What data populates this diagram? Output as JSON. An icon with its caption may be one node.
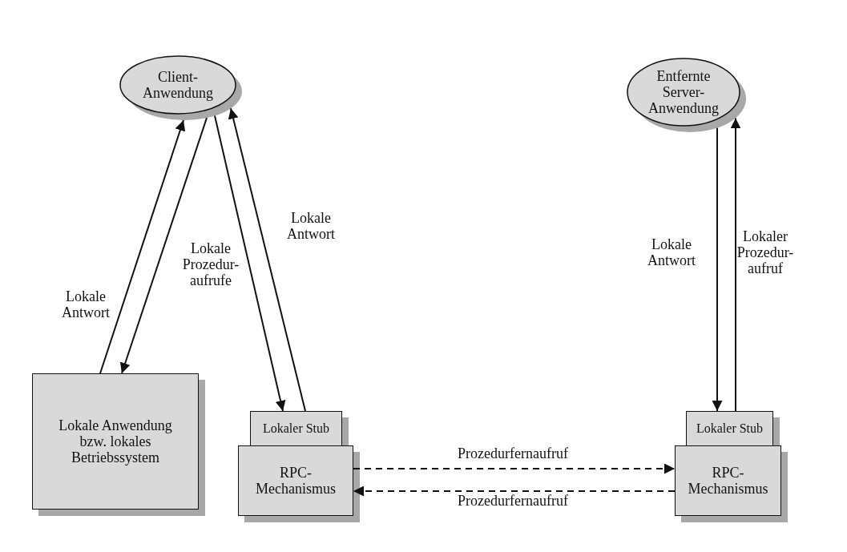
{
  "diagram": {
    "nodes": [
      {
        "text": [
          "Client-Anwendung"
        ]
      },
      {
        "text": [
          "Entfernte Server-Anwendung"
        ]
      },
      {
        "text": [
          "Lokale Anwendung bzw. lokales Betriebssystem"
        ]
      },
      {
        "text": [
          "Lokaler Stub"
        ]
      },
      {
        "text": [
          "RPC-Mechanismus"
        ]
      },
      {
        "text": [
          "Lokaler Stub"
        ]
      },
      {
        "text": [
          "RPC-Mechanismus"
        ]
      }
    ],
    "edges": [
      {
        "from": 2,
        "to": 0,
        "arrow": "to",
        "label": "Lokale Antwort"
      },
      {
        "from": 0,
        "to": 2,
        "arrow": "to"
      },
      {
        "from": 0,
        "to": 3,
        "arrow": "to"
      },
      {
        "from": 3,
        "to": 0,
        "arrow": "to",
        "label": "Lokale Antwort"
      },
      {
        "from": 1,
        "to": 5,
        "arrow": "to",
        "label": "Lokale Antwort"
      },
      {
        "from": 5,
        "to": 1,
        "arrow": "to",
        "label": "Lokaler Prozedur-aufruf"
      },
      {
        "from": 4,
        "to": 6,
        "arrow": "to",
        "style": "dashed",
        "label": "Prozedurfernaufruf"
      },
      {
        "from": 6,
        "to": 4,
        "arrow": "to",
        "style": "dashed",
        "label": "Prozedurfernaufruf"
      }
    ],
    "labels": [
      "Lokale Prozedur-aufrufe"
    ]
  }
}
